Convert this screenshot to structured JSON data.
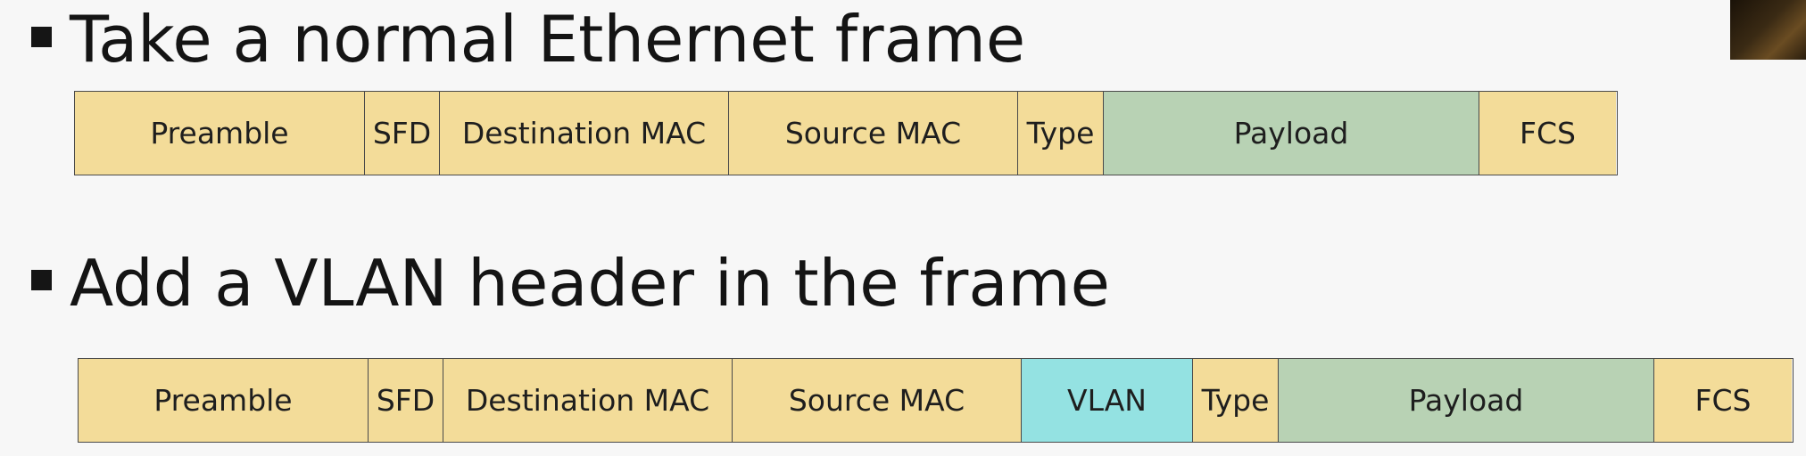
{
  "headings": {
    "first": "Take a normal Ethernet frame",
    "second": "Add a VLAN header in the frame"
  },
  "colors": {
    "header_field": "#f3dc99",
    "payload_field": "#b8d2b4",
    "vlan_field": "#94e2e2",
    "border": "#4a4a4a",
    "background": "#f7f7f7"
  },
  "normal_frame": {
    "fields": [
      {
        "label": "Preamble",
        "color": "#f3dc99"
      },
      {
        "label": "SFD",
        "color": "#f3dc99"
      },
      {
        "label": "Destination MAC",
        "color": "#f3dc99"
      },
      {
        "label": "Source MAC",
        "color": "#f3dc99"
      },
      {
        "label": "Type",
        "color": "#f3dc99"
      },
      {
        "label": "Payload",
        "color": "#b8d2b4"
      },
      {
        "label": "FCS",
        "color": "#f3dc99"
      }
    ]
  },
  "vlan_frame": {
    "fields": [
      {
        "label": "Preamble",
        "color": "#f3dc99"
      },
      {
        "label": "SFD",
        "color": "#f3dc99"
      },
      {
        "label": "Destination MAC",
        "color": "#f3dc99"
      },
      {
        "label": "Source MAC",
        "color": "#f3dc99"
      },
      {
        "label": "VLAN",
        "color": "#94e2e2"
      },
      {
        "label": "Type",
        "color": "#f3dc99"
      },
      {
        "label": "Payload",
        "color": "#b8d2b4"
      },
      {
        "label": "FCS",
        "color": "#f3dc99"
      }
    ]
  }
}
